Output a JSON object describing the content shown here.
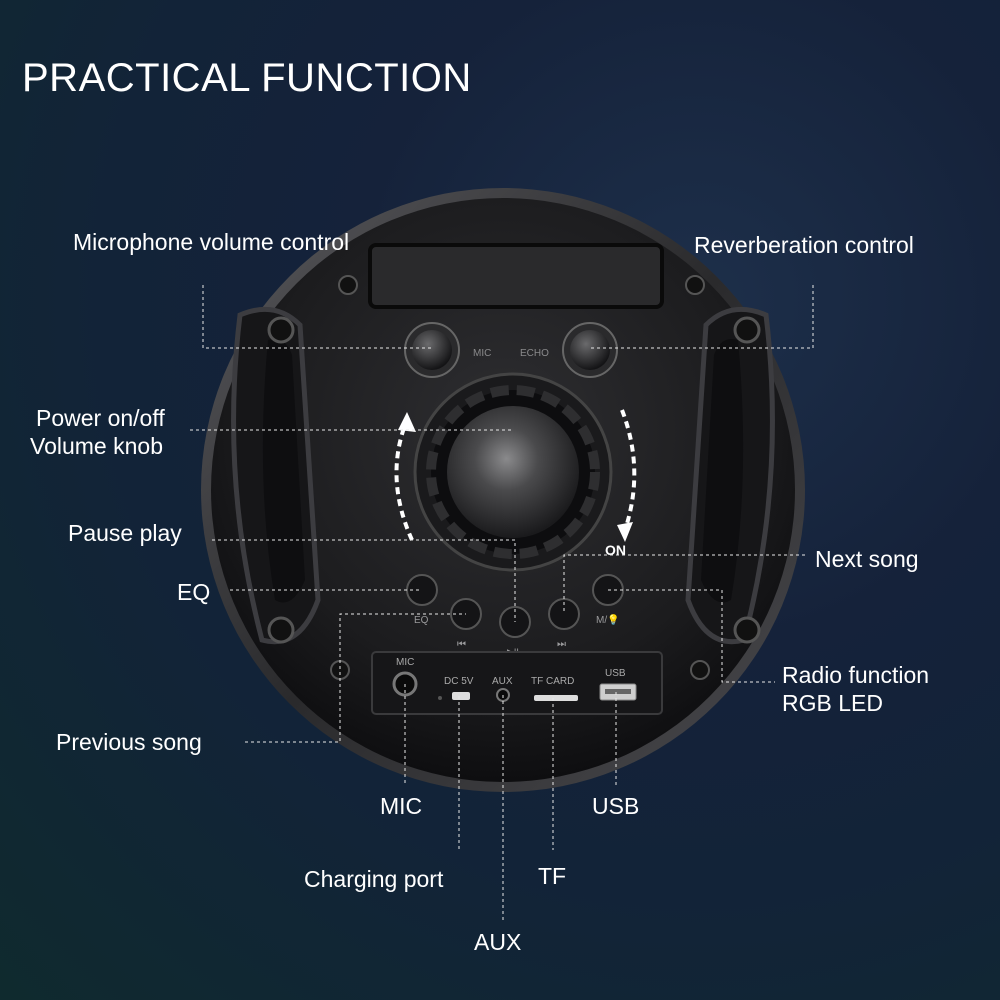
{
  "title": "PRACTICAL FUNCTION",
  "callouts": {
    "mic_volume": "Microphone volume control",
    "reverb": "Reverberation control",
    "power_line1": "Power on/off",
    "power_line2": "Volume knob",
    "pause_play": "Pause play",
    "eq": "EQ",
    "next_song": "Next song",
    "radio_line1": "Radio function",
    "radio_line2": "RGB LED",
    "previous_song": "Previous song",
    "mic": "MIC",
    "usb": "USB",
    "charging_port": "Charging port",
    "tf": "TF",
    "aux": "AUX"
  },
  "panel": {
    "knob_mic": "MIC",
    "knob_echo": "ECHO",
    "on": "ON",
    "btn_eq": "EQ",
    "btn_prev": "⏮",
    "btn_play": "▶II",
    "btn_next": "⏭",
    "btn_mode": "M/💡",
    "port_mic": "MIC",
    "port_dc": "DC 5V",
    "port_aux": "AUX",
    "port_tf": "TF CARD",
    "port_usb": "USB"
  },
  "colors": {
    "background": "#15223a",
    "speaker_body": "#1c1c1e",
    "text": "#ffffff"
  }
}
